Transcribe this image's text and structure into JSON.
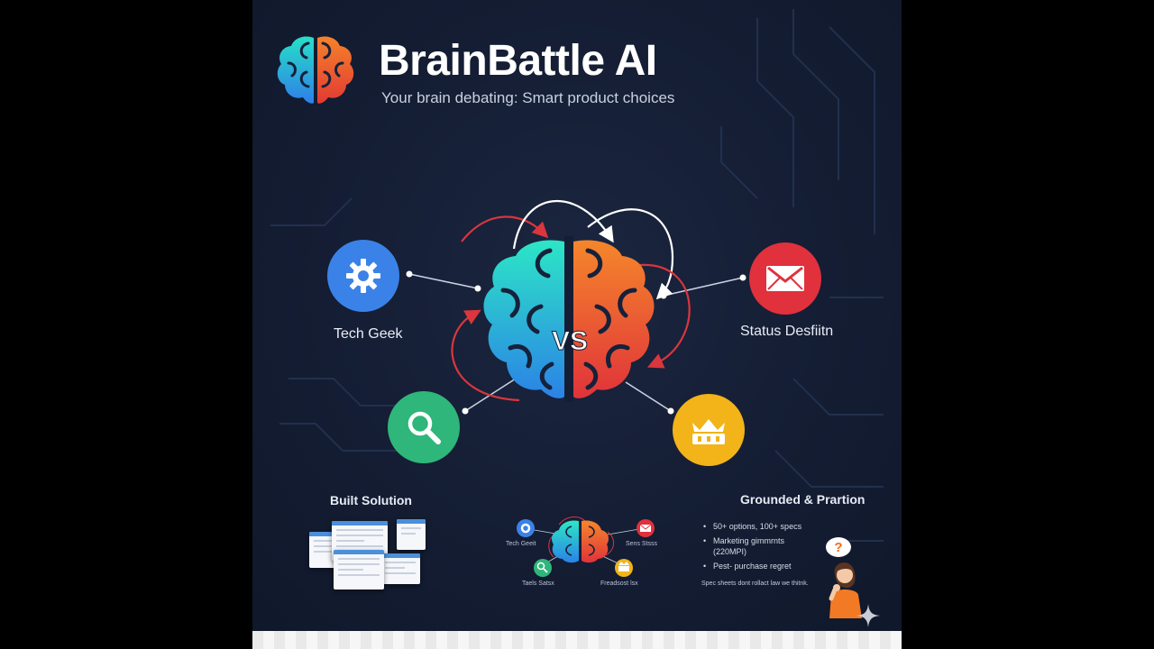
{
  "header": {
    "title": "BrainBattle AI",
    "subtitle": "Your brain debating: Smart product choices"
  },
  "diagram": {
    "center_label": "VS",
    "nodes": [
      {
        "label": "Tech Geek",
        "icon": "gear-icon",
        "color": "#3b82e8"
      },
      {
        "label": "Status Desfiitn",
        "icon": "envelope-icon",
        "color": "#e0313d"
      },
      {
        "label": "",
        "icon": "search-icon",
        "color": "#2fb67a"
      },
      {
        "label": "",
        "icon": "crown-basket-icon",
        "color": "#f2b418"
      }
    ]
  },
  "sections": {
    "left_title": "Built Solution",
    "right_title": "Grounded & Prartion",
    "mini_labels": {
      "tech": "Tech Geeit",
      "status": "Sens Stsss",
      "search": "Taels Satsx",
      "crown": "Freadsost lsx"
    },
    "bullets": [
      "50+ options, 100+ specs",
      "Marketing gimmrnts (220MPI)",
      "Pest- purchase regret"
    ],
    "caption": "Spec sheets dont rollact law we thitnk.",
    "question_mark": "?"
  },
  "colors": {
    "background": "#141d33",
    "brain_left": "#22d3c5",
    "brain_right": "#f2662c",
    "arrow_red": "#d9363e",
    "arrow_white": "#ffffff"
  }
}
